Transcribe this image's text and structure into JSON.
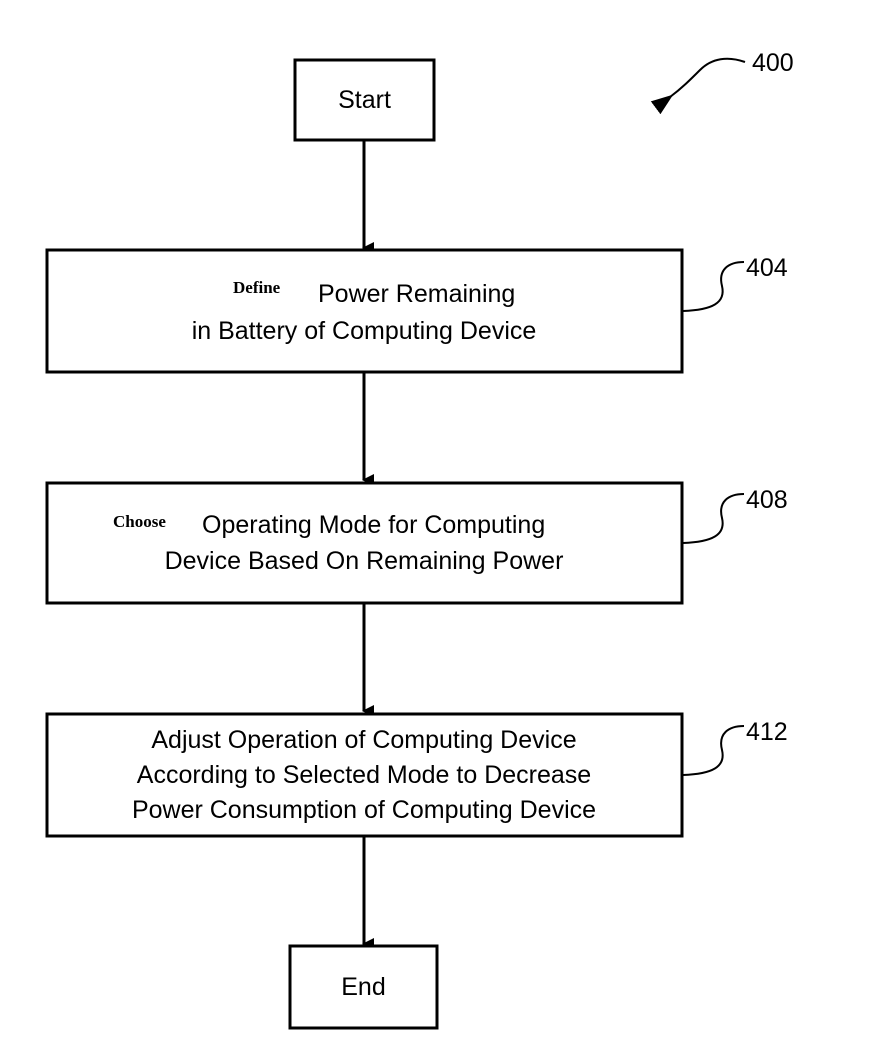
{
  "diagram": {
    "figure_ref": "400",
    "start": {
      "label": "Start"
    },
    "end": {
      "label": "End"
    },
    "steps": [
      {
        "ref": "404",
        "lead_word": "Define",
        "line1": "Power Remaining",
        "line2": "in Battery of Computing Device"
      },
      {
        "ref": "408",
        "lead_word": "Choose",
        "line1": "Operating Mode for Computing",
        "line2": "Device Based On Remaining Power"
      },
      {
        "ref": "412",
        "line1": "Adjust Operation of Computing Device",
        "line2": "According to Selected Mode to Decrease",
        "line3": "Power Consumption of Computing Device"
      }
    ],
    "colors": {
      "stroke": "#000000",
      "background": "#ffffff"
    }
  }
}
